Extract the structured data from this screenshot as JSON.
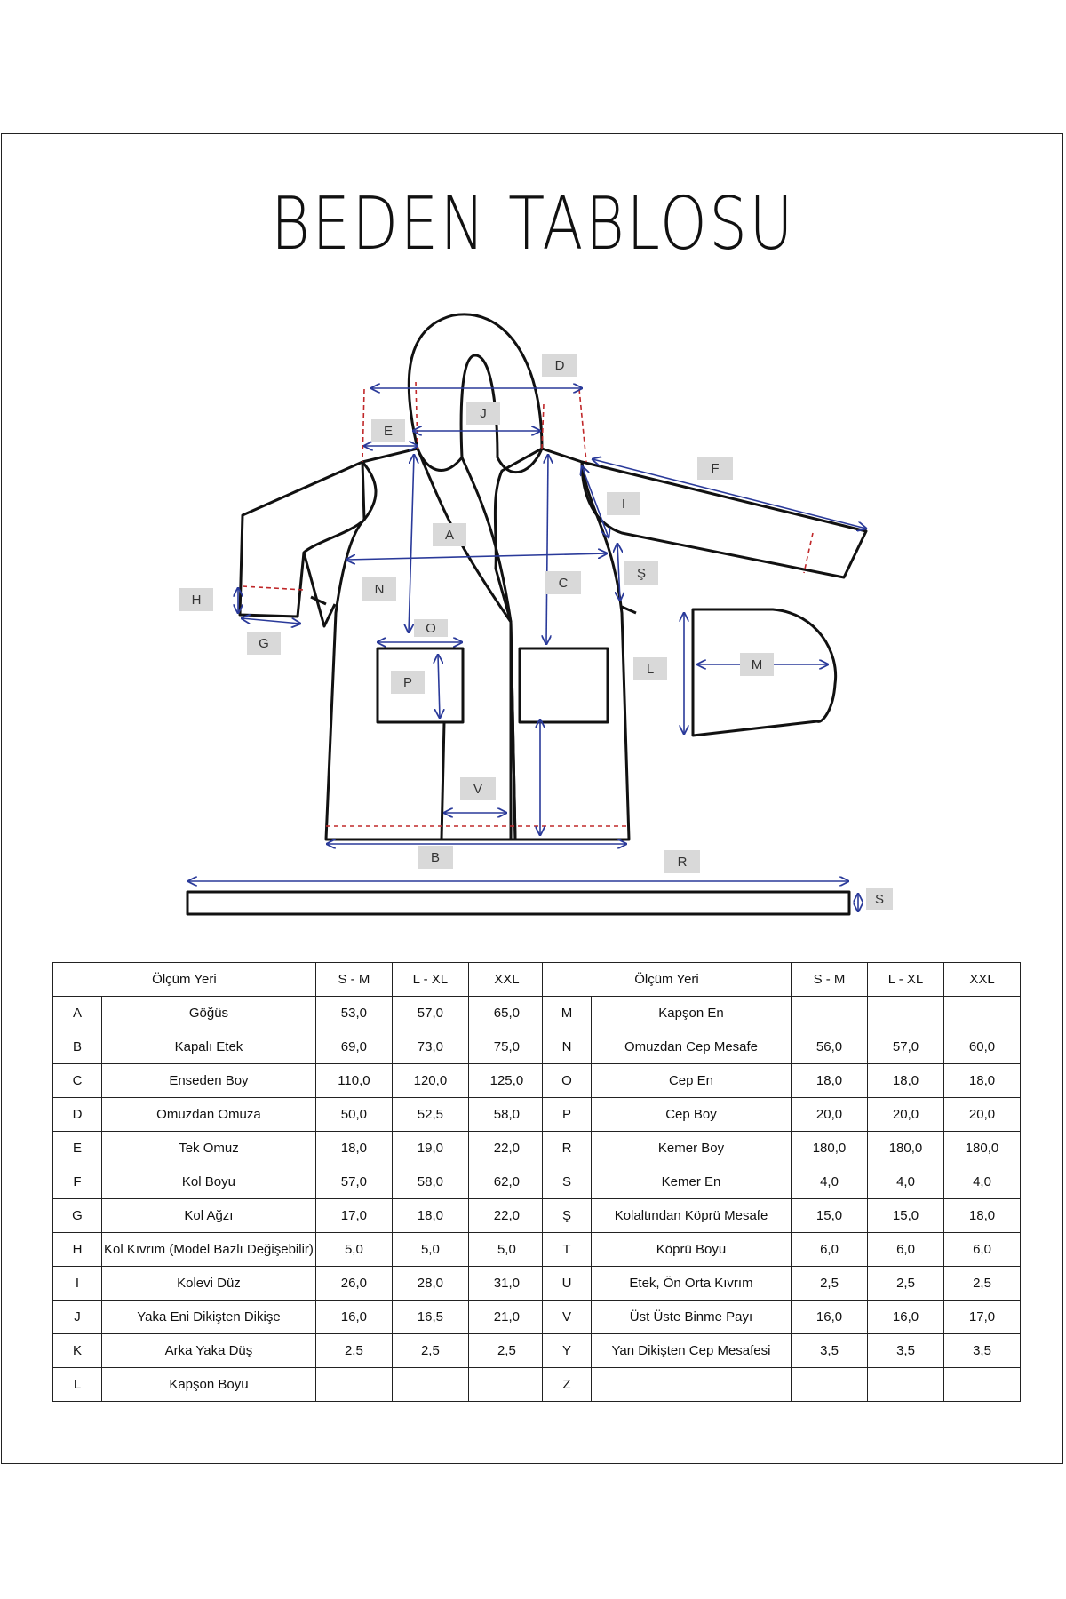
{
  "title": "BEDEN TABLOSU",
  "diagram_labels": {
    "A": "A",
    "B": "B",
    "C": "C",
    "D": "D",
    "E": "E",
    "F": "F",
    "G": "G",
    "H": "H",
    "I": "I",
    "J": "J",
    "L": "L",
    "M": "M",
    "N": "N",
    "O": "O",
    "P": "P",
    "R": "R",
    "S": "S",
    "SH": "Ş",
    "V": "V"
  },
  "colors": {
    "measure_line": "#2a3a9a",
    "seam_line": "#c0282a",
    "outline": "#111111",
    "tag_bg": "#d9d9d9"
  },
  "table_headers": {
    "place": "Ölçüm Yeri",
    "s_m": "S - M",
    "l_xl": "L - XL",
    "xxl": "XXL"
  },
  "table_left": [
    {
      "code": "A",
      "name": "Göğüs",
      "s_m": "53,0",
      "l_xl": "57,0",
      "xxl": "65,0"
    },
    {
      "code": "B",
      "name": "Kapalı Etek",
      "s_m": "69,0",
      "l_xl": "73,0",
      "xxl": "75,0"
    },
    {
      "code": "C",
      "name": "Enseden Boy",
      "s_m": "110,0",
      "l_xl": "120,0",
      "xxl": "125,0"
    },
    {
      "code": "D",
      "name": "Omuzdan Omuza",
      "s_m": "50,0",
      "l_xl": "52,5",
      "xxl": "58,0"
    },
    {
      "code": "E",
      "name": "Tek Omuz",
      "s_m": "18,0",
      "l_xl": "19,0",
      "xxl": "22,0"
    },
    {
      "code": "F",
      "name": "Kol Boyu",
      "s_m": "57,0",
      "l_xl": "58,0",
      "xxl": "62,0"
    },
    {
      "code": "G",
      "name": "Kol Ağzı",
      "s_m": "17,0",
      "l_xl": "18,0",
      "xxl": "22,0"
    },
    {
      "code": "H",
      "name": "Kol Kıvrım (Model Bazlı Değişebilir)",
      "s_m": "5,0",
      "l_xl": "5,0",
      "xxl": "5,0"
    },
    {
      "code": "I",
      "name": "Kolevi Düz",
      "s_m": "26,0",
      "l_xl": "28,0",
      "xxl": "31,0"
    },
    {
      "code": "J",
      "name": "Yaka Eni Dikişten Dikişe",
      "s_m": "16,0",
      "l_xl": "16,5",
      "xxl": "21,0"
    },
    {
      "code": "K",
      "name": "Arka Yaka Düş",
      "s_m": "2,5",
      "l_xl": "2,5",
      "xxl": "2,5"
    },
    {
      "code": "L",
      "name": "Kapşon Boyu",
      "s_m": "",
      "l_xl": "",
      "xxl": ""
    }
  ],
  "table_right": [
    {
      "code": "M",
      "name": "Kapşon En",
      "s_m": "",
      "l_xl": "",
      "xxl": ""
    },
    {
      "code": "N",
      "name": "Omuzdan Cep Mesafe",
      "s_m": "56,0",
      "l_xl": "57,0",
      "xxl": "60,0"
    },
    {
      "code": "O",
      "name": "Cep En",
      "s_m": "18,0",
      "l_xl": "18,0",
      "xxl": "18,0"
    },
    {
      "code": "P",
      "name": "Cep Boy",
      "s_m": "20,0",
      "l_xl": "20,0",
      "xxl": "20,0"
    },
    {
      "code": "R",
      "name": "Kemer Boy",
      "s_m": "180,0",
      "l_xl": "180,0",
      "xxl": "180,0"
    },
    {
      "code": "S",
      "name": "Kemer En",
      "s_m": "4,0",
      "l_xl": "4,0",
      "xxl": "4,0"
    },
    {
      "code": "Ş",
      "name": "Kolaltından Köprü Mesafe",
      "s_m": "15,0",
      "l_xl": "15,0",
      "xxl": "18,0"
    },
    {
      "code": "T",
      "name": "Köprü Boyu",
      "s_m": "6,0",
      "l_xl": "6,0",
      "xxl": "6,0"
    },
    {
      "code": "U",
      "name": "Etek, Ön Orta Kıvrım",
      "s_m": "2,5",
      "l_xl": "2,5",
      "xxl": "2,5"
    },
    {
      "code": "V",
      "name": "Üst Üste Binme Payı",
      "s_m": "16,0",
      "l_xl": "16,0",
      "xxl": "17,0"
    },
    {
      "code": "Y",
      "name": "Yan Dikişten Cep Mesafesi",
      "s_m": "3,5",
      "l_xl": "3,5",
      "xxl": "3,5"
    },
    {
      "code": "Z",
      "name": "",
      "s_m": "",
      "l_xl": "",
      "xxl": ""
    }
  ]
}
